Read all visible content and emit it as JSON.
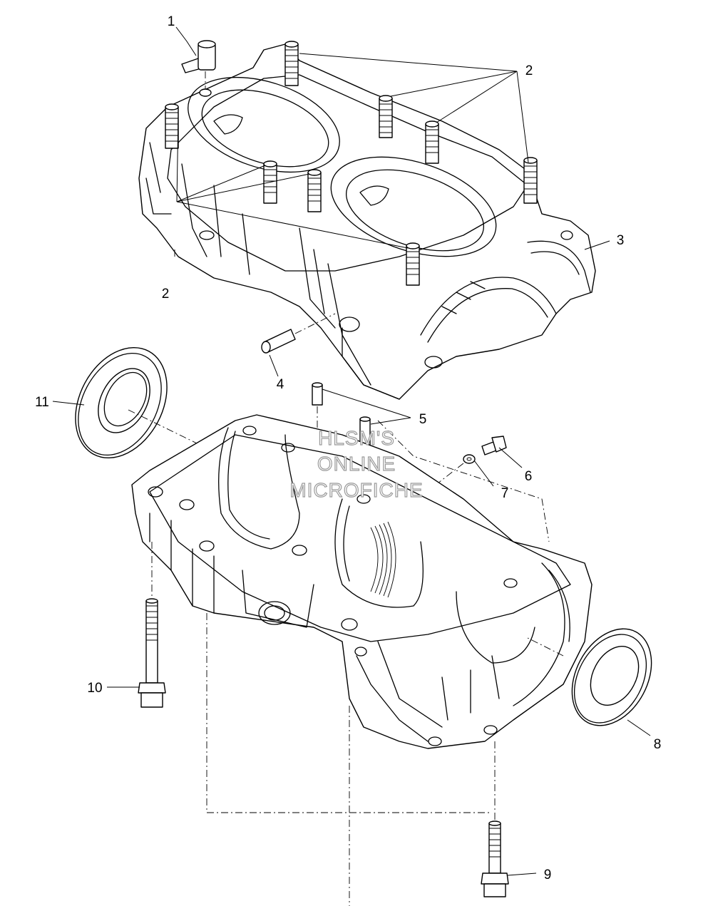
{
  "callouts": [
    {
      "id": "1",
      "label": "1"
    },
    {
      "id": "2a",
      "label": "2"
    },
    {
      "id": "2b",
      "label": "2"
    },
    {
      "id": "3",
      "label": "3"
    },
    {
      "id": "4",
      "label": "4"
    },
    {
      "id": "5",
      "label": "5"
    },
    {
      "id": "6",
      "label": "6"
    },
    {
      "id": "7",
      "label": "7"
    },
    {
      "id": "8",
      "label": "8"
    },
    {
      "id": "9",
      "label": "9"
    },
    {
      "id": "10",
      "label": "10"
    },
    {
      "id": "11",
      "label": "11"
    }
  ],
  "watermark": {
    "line1": "HLSM'S",
    "line2": "ONLINE",
    "line3": "MICROFICHE"
  },
  "colors": {
    "ink": "#000000",
    "paper": "#ffffff",
    "watermark": "#9a9a9a"
  }
}
